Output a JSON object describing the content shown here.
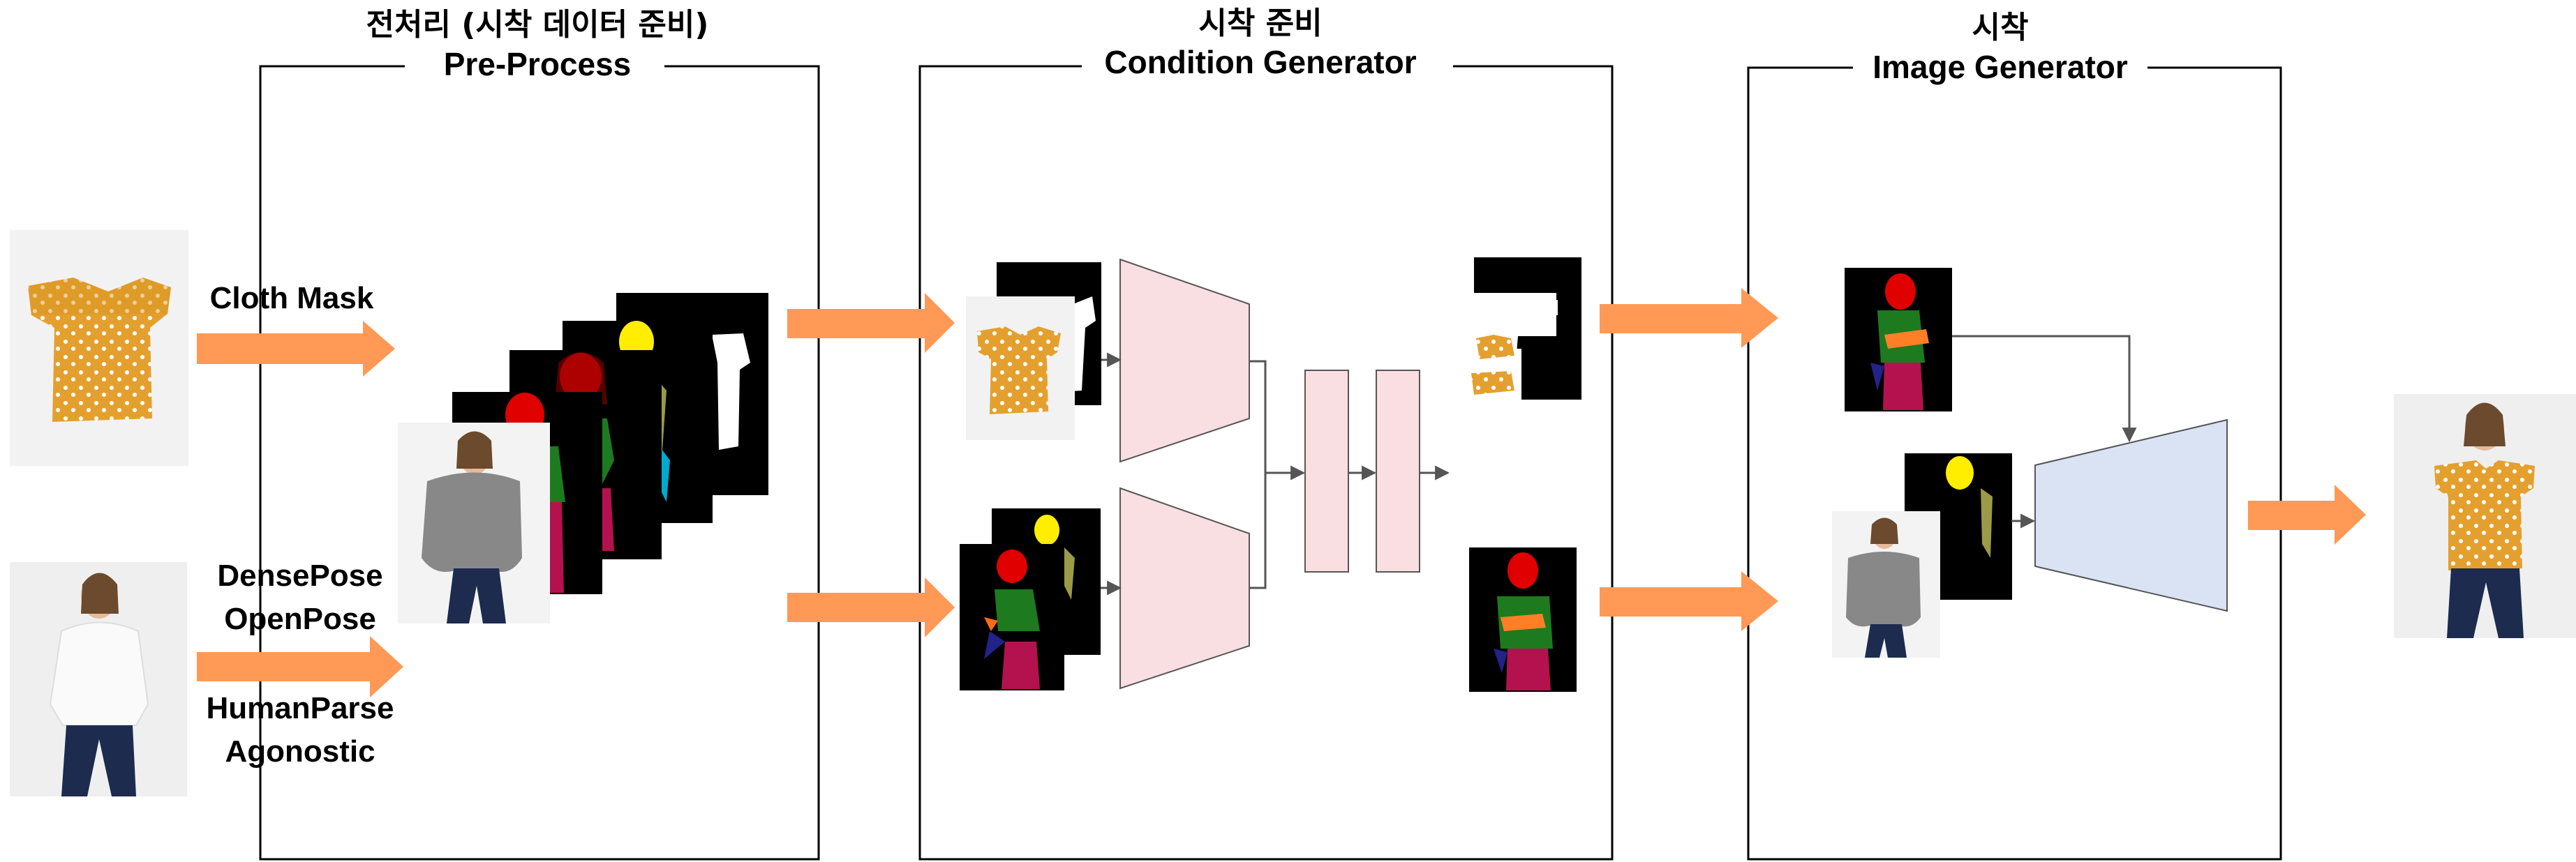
{
  "sections": [
    {
      "title": "전처리 (시착 데이터 준비)",
      "subtitle": "Pre-Process"
    },
    {
      "title": "시착 준비",
      "subtitle": "Condition Generator"
    },
    {
      "title": "시착",
      "subtitle": "Image Generator"
    }
  ],
  "inputs": {
    "cloth_label": "Cloth Mask",
    "person_labels": [
      "DensePose",
      "OpenPose",
      "HumanParse",
      "Agonostic"
    ]
  },
  "colors": {
    "arrow": "#FF9955",
    "encoder": "#F9DEE2",
    "generator": "#DAE3F3",
    "cloth": "#E4A02F",
    "parse_red": "#E00000",
    "parse_green": "#1E7A1E",
    "parse_crimson": "#B3124E",
    "pose_yellow": "#FFEE00"
  }
}
